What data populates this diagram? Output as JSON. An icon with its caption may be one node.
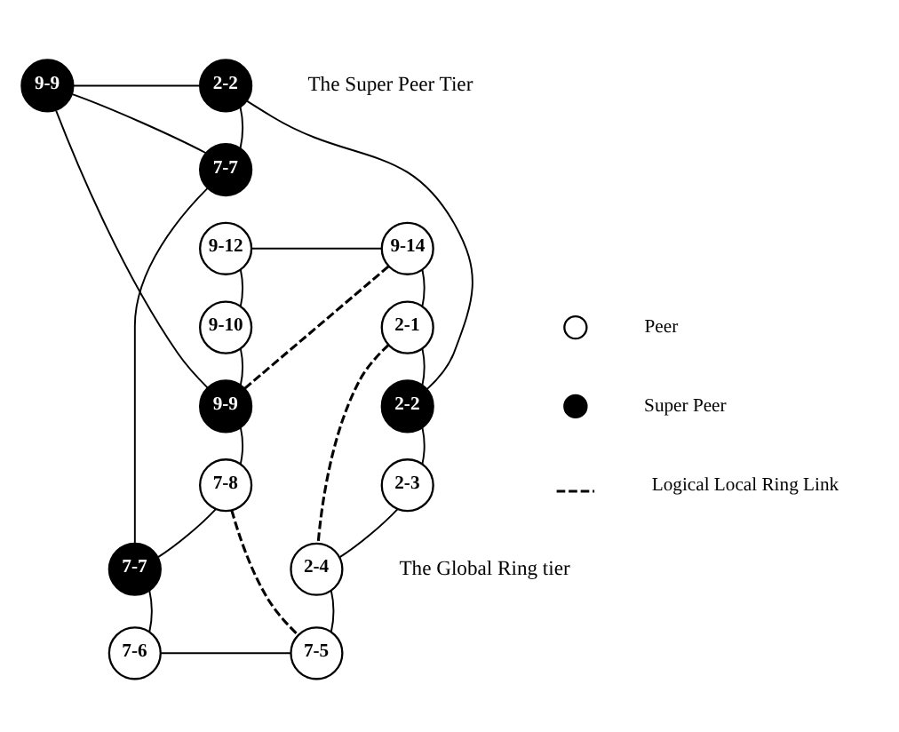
{
  "diagram": {
    "nodes": [
      {
        "text": [
          "9-9"
        ]
      },
      {
        "text": [
          "2-2"
        ]
      },
      {
        "text": [
          "7-7"
        ]
      },
      {
        "text": [
          "9-12"
        ]
      },
      {
        "text": [
          "9-14"
        ]
      },
      {
        "text": [
          "9-10"
        ]
      },
      {
        "text": [
          "2-1"
        ]
      },
      {
        "text": [
          "9-9"
        ]
      },
      {
        "text": [
          "2-2"
        ]
      },
      {
        "text": [
          "7-8"
        ]
      },
      {
        "text": [
          "2-3"
        ]
      },
      {
        "text": [
          "7-7"
        ]
      },
      {
        "text": [
          "2-4"
        ]
      },
      {
        "text": [
          "7-6"
        ]
      },
      {
        "text": [
          "7-5"
        ]
      }
    ],
    "edges": [
      {
        "from": 0,
        "to": 1,
        "arrow": "none"
      },
      {
        "from": 1,
        "to": 2,
        "arrow": "none"
      },
      {
        "from": 2,
        "to": 0,
        "arrow": "none"
      },
      {
        "from": 0,
        "to": 7,
        "arrow": "none"
      },
      {
        "from": 1,
        "to": 8,
        "arrow": "none"
      },
      {
        "from": 2,
        "to": 11,
        "arrow": "none"
      },
      {
        "from": 3,
        "to": 4,
        "arrow": "none"
      },
      {
        "from": 4,
        "to": 6,
        "arrow": "none"
      },
      {
        "from": 6,
        "to": 8,
        "arrow": "none"
      },
      {
        "from": 8,
        "to": 10,
        "arrow": "none"
      },
      {
        "from": 10,
        "to": 12,
        "arrow": "none"
      },
      {
        "from": 12,
        "to": 14,
        "arrow": "none"
      },
      {
        "from": 14,
        "to": 13,
        "arrow": "none"
      },
      {
        "from": 13,
        "to": 11,
        "arrow": "none"
      },
      {
        "from": 11,
        "to": 9,
        "arrow": "none"
      },
      {
        "from": 9,
        "to": 7,
        "arrow": "none"
      },
      {
        "from": 7,
        "to": 5,
        "arrow": "none"
      },
      {
        "from": 5,
        "to": 3,
        "arrow": "none"
      },
      {
        "from": 7,
        "to": 4,
        "arrow": "none",
        "style": "dashed"
      },
      {
        "from": 6,
        "to": 12,
        "arrow": "none",
        "style": "dashed"
      },
      {
        "from": 9,
        "to": 14,
        "arrow": "none",
        "style": "dashed"
      }
    ],
    "labels": [
      "The Super Peer Tier",
      "The Global Ring tier"
    ],
    "legend": [
      {
        "text": "Peer"
      },
      {
        "text": "Super Peer"
      },
      {
        "text": "Logical Local Ring Link"
      }
    ]
  }
}
